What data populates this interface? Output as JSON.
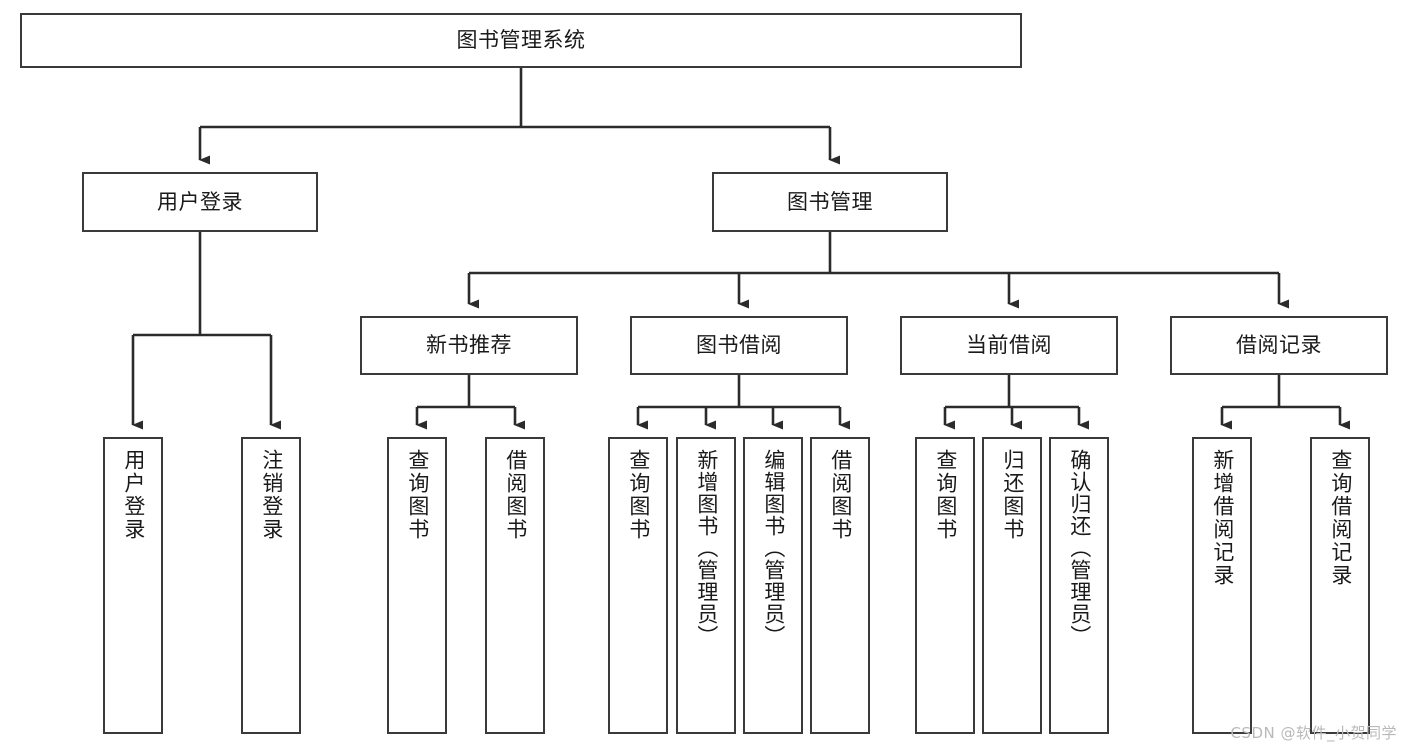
{
  "diagram": {
    "type": "tree-hierarchy",
    "title": "图书管理系统",
    "root": {
      "label": "图书管理系统"
    },
    "level2": [
      {
        "label": "用户登录"
      },
      {
        "label": "图书管理"
      }
    ],
    "level3": [
      {
        "label": "新书推荐"
      },
      {
        "label": "图书借阅"
      },
      {
        "label": "当前借阅"
      },
      {
        "label": "借阅记录"
      }
    ],
    "leaves": [
      {
        "label": "用户登录"
      },
      {
        "label": "注销登录"
      },
      {
        "label": "查询图书"
      },
      {
        "label": "借阅图书"
      },
      {
        "label": "查询图书"
      },
      {
        "label": "新增图书（管理员）"
      },
      {
        "label": "编辑图书（管理员）"
      },
      {
        "label": "借阅图书"
      },
      {
        "label": "查询图书"
      },
      {
        "label": "归还图书"
      },
      {
        "label": "确认归还（管理员）"
      },
      {
        "label": "新增借阅记录"
      },
      {
        "label": "查询借阅记录"
      }
    ]
  },
  "watermark": {
    "text": "CSDN @软件_小贺同学"
  },
  "colors": {
    "background": "#ffffff",
    "box_border": "#3a3a3a",
    "box_fill": "#ffffff",
    "connector": "#2b2b2b",
    "text": "#1a1a1a",
    "watermark": "#b9b9b9"
  }
}
